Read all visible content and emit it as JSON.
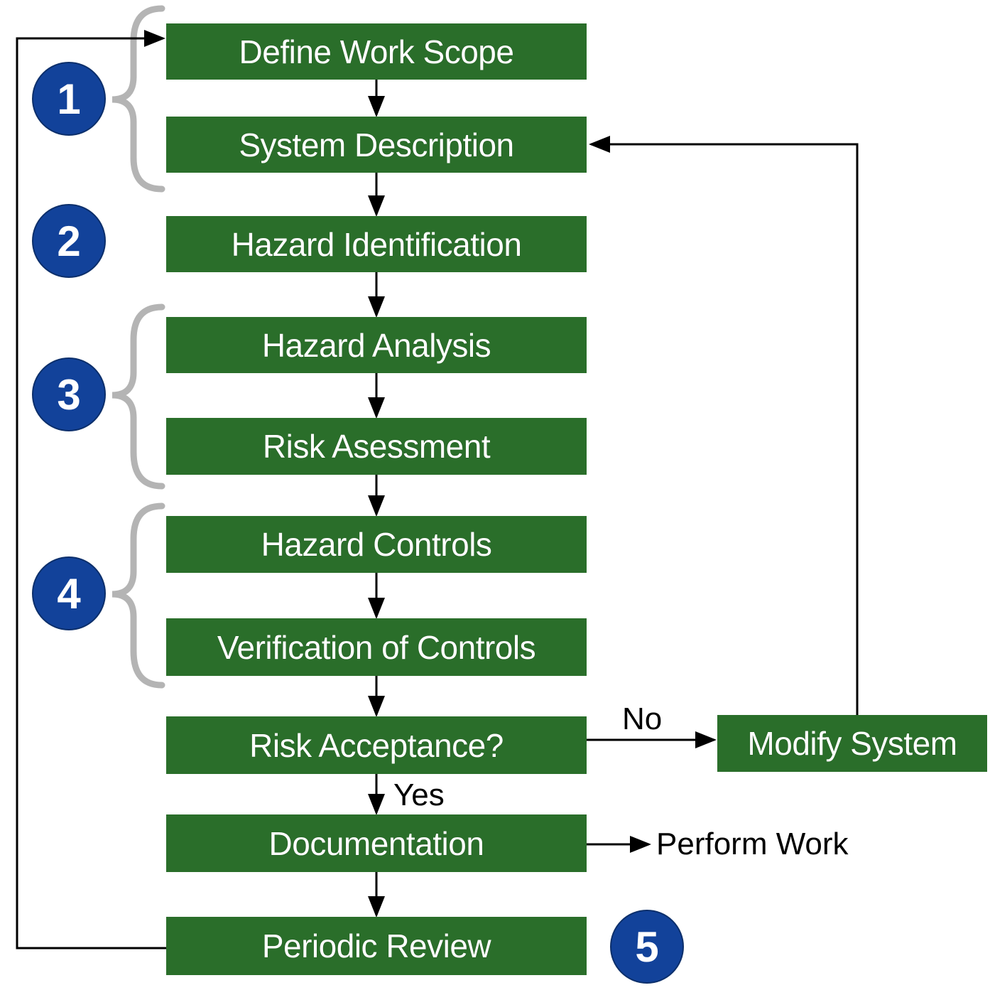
{
  "colors": {
    "box_fill": "#2a6e2a",
    "badge_fill": "#12429a",
    "brace": "#b4b4b4",
    "line": "#000000"
  },
  "steps": [
    {
      "id": "define-work-scope",
      "label": "Define Work Scope"
    },
    {
      "id": "system-description",
      "label": "System Description"
    },
    {
      "id": "hazard-identification",
      "label": "Hazard Identification"
    },
    {
      "id": "hazard-analysis",
      "label": "Hazard Analysis"
    },
    {
      "id": "risk-assessment",
      "label": "Risk Asessment"
    },
    {
      "id": "hazard-controls",
      "label": "Hazard Controls"
    },
    {
      "id": "verification-of-controls",
      "label": "Verification of Controls"
    },
    {
      "id": "risk-acceptance",
      "label": "Risk Acceptance?"
    },
    {
      "id": "documentation",
      "label": "Documentation"
    },
    {
      "id": "periodic-review",
      "label": "Periodic Review"
    }
  ],
  "side_box": {
    "id": "modify-system",
    "label": "Modify System"
  },
  "badges": [
    "1",
    "2",
    "3",
    "4",
    "5"
  ],
  "edge_labels": {
    "no": "No",
    "yes": "Yes",
    "perform_work": "Perform Work"
  }
}
